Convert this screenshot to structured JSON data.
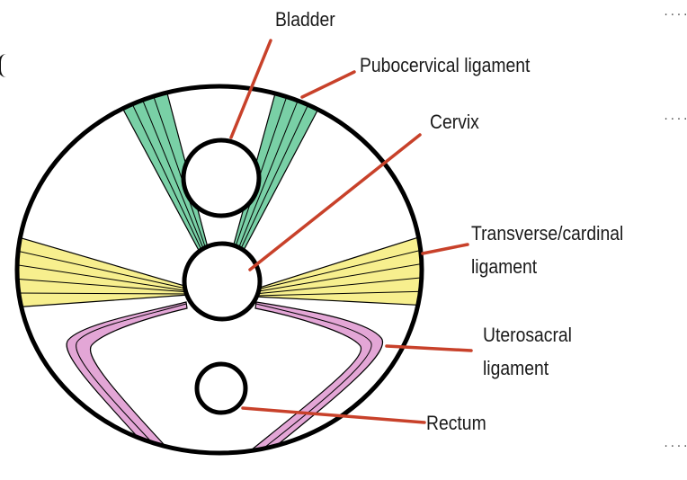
{
  "labels": {
    "bladder": "Bladder",
    "pubocervical": "Pubocervical ligament",
    "cervix": "Cervix",
    "transverse_line1": "Transverse/cardinal",
    "transverse_line2": "ligament",
    "uterosacral_line1": "Uterosacral",
    "uterosacral_line2": "ligament",
    "rectum": "Rectum"
  },
  "colors": {
    "pubocervical_fill": "#79d0a6",
    "transverse_fill": "#f7ef8e",
    "uterosacral_fill": "#e3a6d6",
    "leader_line": "#c8412a",
    "outline": "#000000"
  }
}
